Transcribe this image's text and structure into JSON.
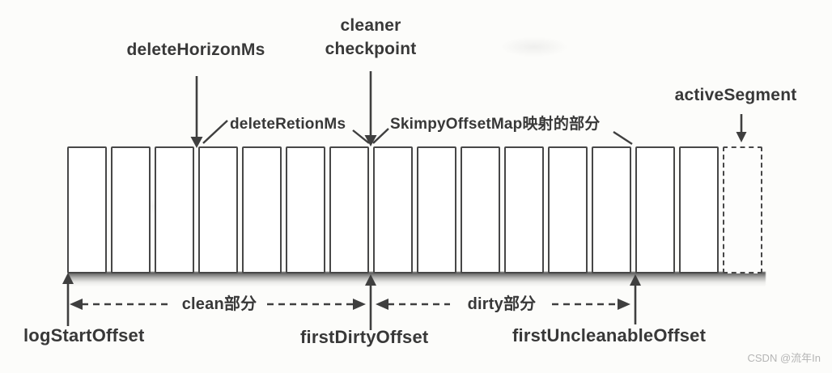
{
  "labels": {
    "delete_horizon_ms": "deleteHorizonMs",
    "cleaner_line1": "cleaner",
    "cleaner_line2": "checkpoint",
    "delete_retion_ms": "deleteRetionMs",
    "skimpy_offset_map": "SkimpyOffsetMap映射的部分",
    "active_segment": "activeSegment",
    "log_start_offset": "logStartOffset",
    "first_dirty_offset": "firstDirtyOffset",
    "first_uncleanable_offset": "firstUncleanableOffset",
    "clean_section": "clean部分",
    "dirty_section": "dirty部分"
  },
  "segments": {
    "solid_count": 15,
    "dashed_count": 1
  },
  "colors": {
    "line": "#3f3f3f",
    "text": "#383838",
    "segment_border": "#474747",
    "segment_fill": "#ffffff",
    "watermark": "#b5b5b5",
    "background": "#fcfcfa"
  },
  "watermark": "CSDN @流年In"
}
